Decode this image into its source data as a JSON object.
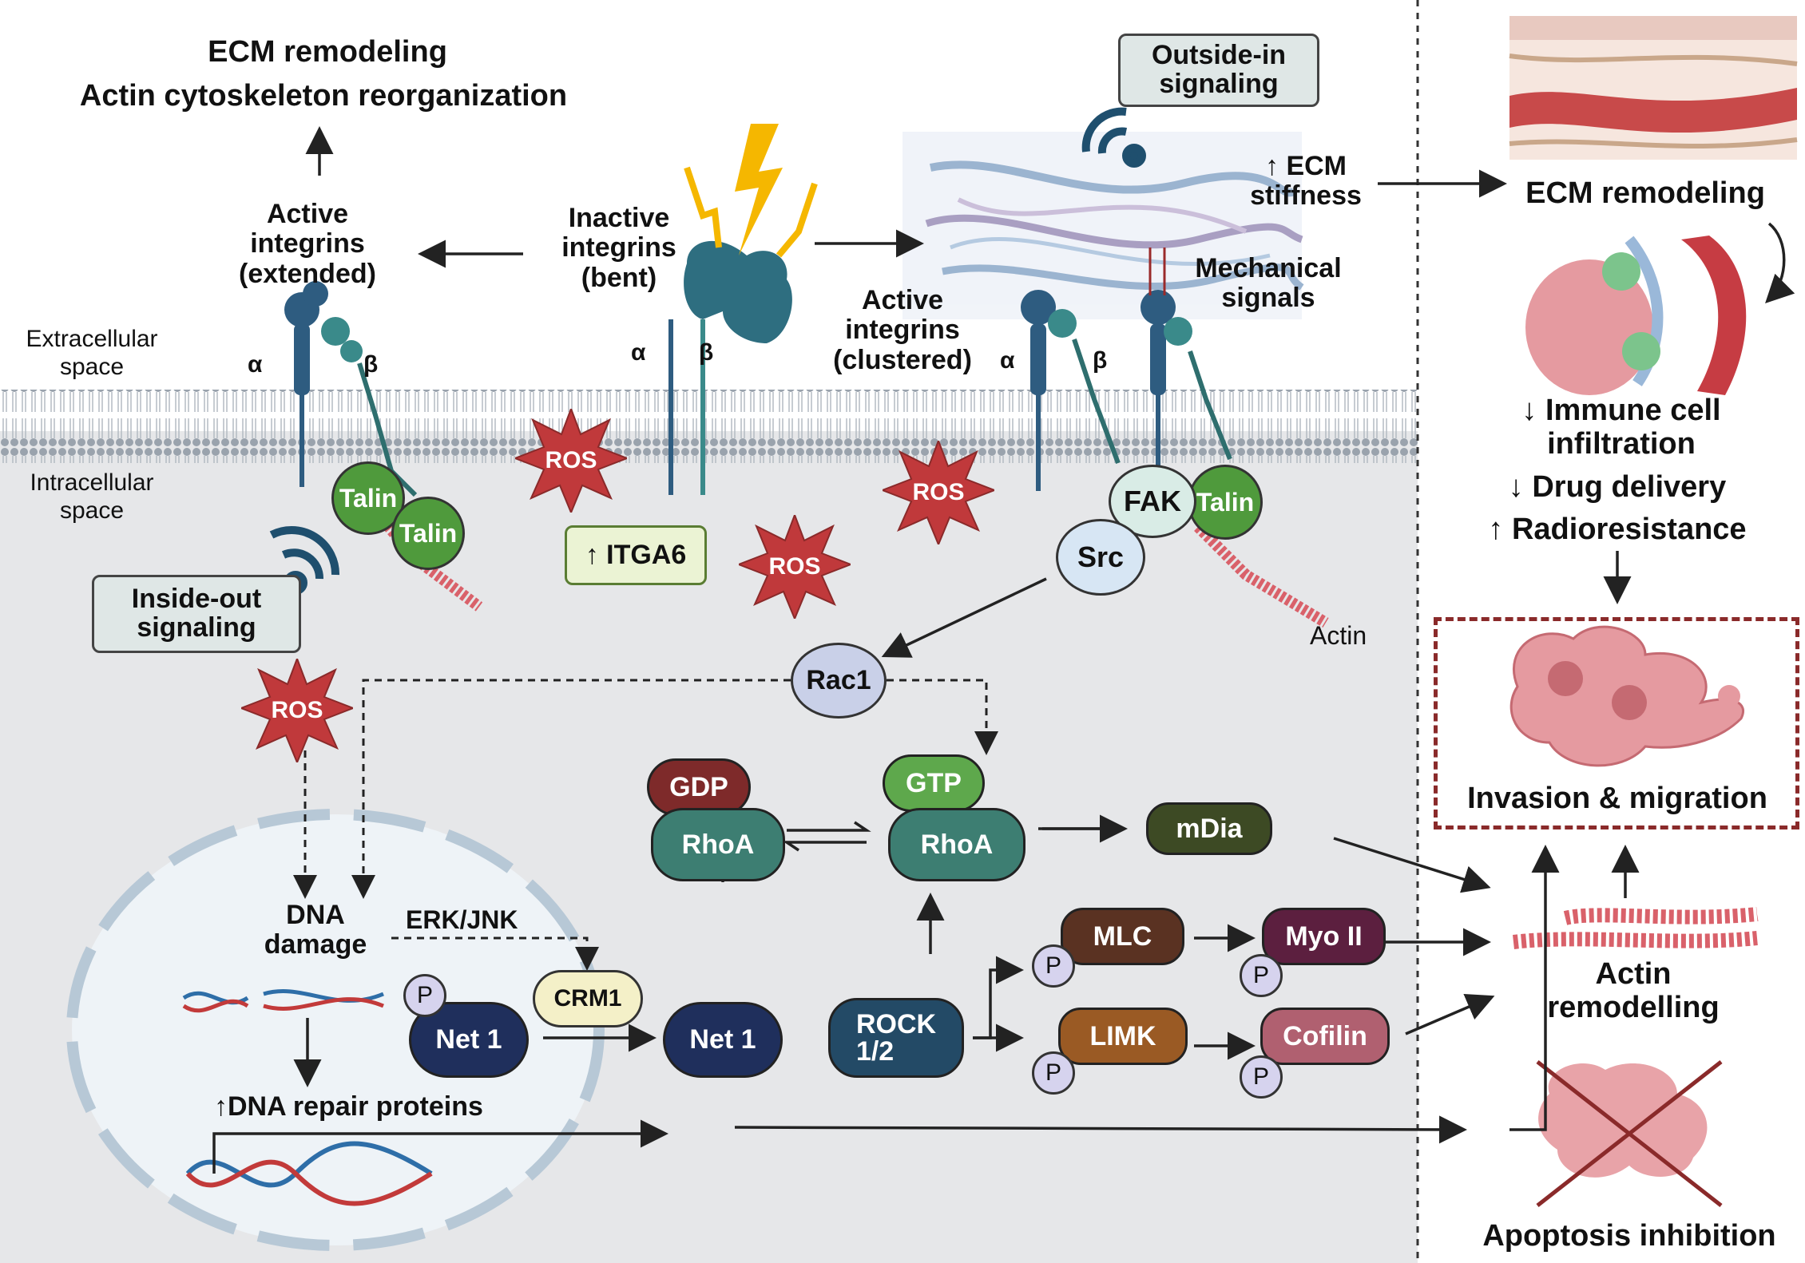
{
  "top_output": {
    "line1": "ECM remodeling",
    "line2": "Actin cytoskeleton reorganization"
  },
  "integrins": {
    "active_extended": [
      "Active",
      "integrins",
      "(extended)"
    ],
    "inactive_bent": [
      "Inactive",
      "integrins",
      "(bent)"
    ],
    "active_clustered": [
      "Active",
      "integrins",
      "(clustered)"
    ],
    "alpha": "α",
    "beta": "β"
  },
  "spaces": {
    "extracellular": [
      "Extracellular",
      "space"
    ],
    "intracellular": [
      "Intracellular",
      "space"
    ]
  },
  "signaling": {
    "outside_in": [
      "Outside-in",
      "signaling"
    ],
    "inside_out": [
      "Inside-out",
      "signaling"
    ]
  },
  "ecm": {
    "stiffness": [
      "↑ ECM",
      "stiffness"
    ],
    "mechanical": [
      "Mechanical",
      "signals"
    ]
  },
  "proteins": {
    "talin": "Talin",
    "fak": "FAK",
    "src": "Src",
    "itga6": "↑ ITGA6",
    "ros": "ROS",
    "actin": "Actin",
    "rac1": "Rac1",
    "gdp": "GDP",
    "gtp": "GTP",
    "rhoa": "RhoA",
    "mdia": "mDia",
    "mlc": "MLC",
    "myo2": "Myo II",
    "limk": "LIMK",
    "cofilin": "Cofilin",
    "rock": [
      "ROCK",
      "1/2"
    ],
    "net1": "Net 1",
    "crm1": "CRM1",
    "p": "P"
  },
  "nucleus": {
    "dna_damage": [
      "DNA",
      "damage"
    ],
    "erk_jnk": "ERK/JNK",
    "dna_repair": "↑DNA repair proteins"
  },
  "outcomes": {
    "ecm_remodeling": "ECM remodeling",
    "immune": [
      "↓ Immune cell",
      "infiltration"
    ],
    "drug": "↓ Drug delivery",
    "radio": "↑ Radioresistance",
    "invasion": "Invasion & migration",
    "actin_remodelling": [
      "Actin",
      "remodelling"
    ],
    "apoptosis": "Apoptosis inhibition"
  },
  "colors": {
    "talin": "#4f9a3c",
    "fak": "#d9ece6",
    "src": "#d7e6f4",
    "rac1": "#c9d0e8",
    "gdp": "#7e2a2a",
    "gtp": "#5ea84c",
    "rhoa": "#3d7e72",
    "mdia": "#3d4a24",
    "mlc": "#5a3222",
    "myo2": "#5c1f3f",
    "limk": "#9a5a24",
    "cofilin": "#b06070",
    "rock": "#234a66",
    "net1": "#1f2f5c",
    "crm1": "#f4f0c8",
    "ros": "#c0393b",
    "itga6_bg": "#ebf3d4",
    "itga6_border": "#5a7d33",
    "invasion_border": "#8a2a2a"
  }
}
